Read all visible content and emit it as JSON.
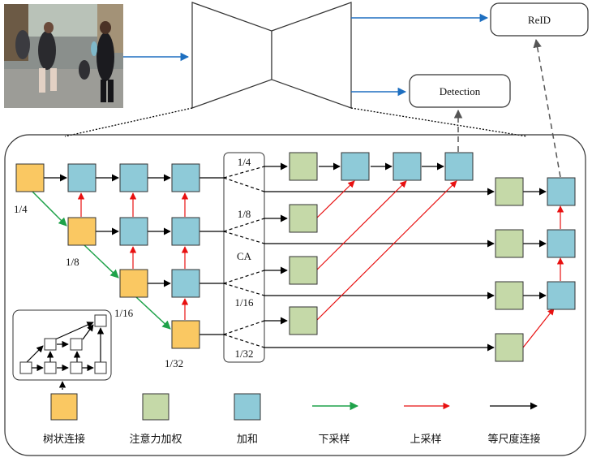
{
  "labels": {
    "reid": "ReID",
    "detection": "Detection",
    "scale_1_4_left": "1/4",
    "scale_1_8_left": "1/8",
    "scale_1_16_left": "1/16",
    "scale_1_32_left": "1/32",
    "scale_1_4_ca": "1/4",
    "scale_1_8_ca": "1/8",
    "ca": "CA",
    "scale_1_16_ca": "1/16",
    "scale_1_32_ca": "1/32"
  },
  "legend": {
    "tree": "树状连接",
    "attention": "注意力加权",
    "sum": "加和",
    "down": "下采样",
    "up": "上采样",
    "same": "等尺度连接"
  },
  "colors": {
    "tree": "#FAC862",
    "attention": "#C5D9A8",
    "sum": "#8ECAD8",
    "down": "#1FA24A",
    "up": "#E81010",
    "same": "#000000",
    "output": "#1E6FC0"
  }
}
